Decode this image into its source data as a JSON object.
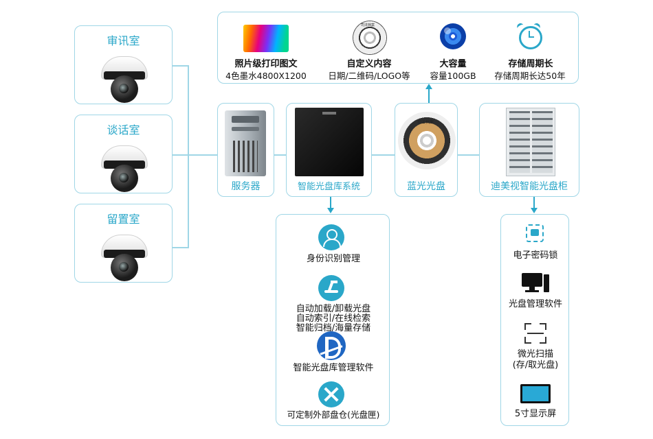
{
  "rooms": [
    {
      "label": "审讯室"
    },
    {
      "label": "谈话室"
    },
    {
      "label": "留置室"
    }
  ],
  "features": [
    {
      "title": "照片级打印图文",
      "subtitle": "4色墨水4800X1200",
      "icon": "colorful-print-icon"
    },
    {
      "title": "自定义内容",
      "subtitle": "日期/二维码/LOGO等",
      "icon": "custom-disc-icon",
      "disc_label": "司法档案"
    },
    {
      "title": "大容量",
      "subtitle": "容量100GB",
      "icon": "bluray-disc-icon"
    },
    {
      "title": "存储周期长",
      "subtitle": "存储周期长达50年",
      "icon": "alarm-clock-icon"
    }
  ],
  "nodes": {
    "server": "服务器",
    "library": "智能光盘库系统",
    "bluray": "蓝光光盘",
    "cabinet": "迪美视智能光盘柜",
    "bluray_disc_label": "司法档案"
  },
  "library_features": [
    {
      "label": "身份识别管理",
      "icon": "identity-user-icon"
    },
    {
      "label_lines": [
        "自动加载/卸载光盘",
        "自动索引/在线检索",
        "智能归档/海量存储"
      ],
      "icon": "robot-arm-icon"
    },
    {
      "label": "智能光盘库管理软件",
      "icon": "software-logo-icon"
    },
    {
      "label": "可定制外部盘仓(光盘匣)",
      "icon": "tools-icon"
    }
  ],
  "cabinet_features": [
    {
      "label": "电子密码锁",
      "icon": "password-lock-icon"
    },
    {
      "label": "光盘管理软件",
      "icon": "computer-icon"
    },
    {
      "label_lines": [
        "微光扫描",
        "(存/取光盘)"
      ],
      "icon": "scan-icon"
    },
    {
      "label": "5寸显示屏",
      "icon": "display-screen-icon"
    }
  ],
  "colors": {
    "accent": "#2aa7c9",
    "border": "#9fd6e6"
  }
}
